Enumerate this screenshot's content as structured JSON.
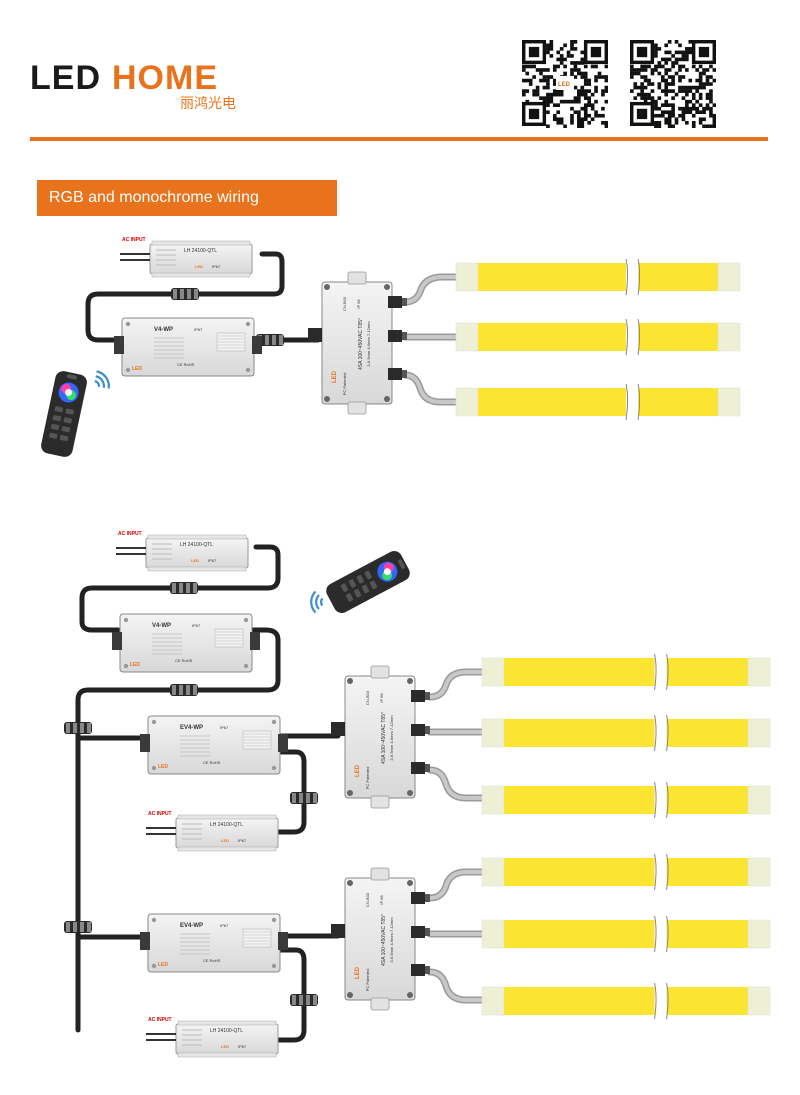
{
  "brand": {
    "name_latin_led": "LED",
    "name_latin_home": "HOME",
    "name_chinese": "丽鸿光电"
  },
  "section_title": "RGB and monochrome wiring installation",
  "power_supply": {
    "model": "LH 24100-QTL",
    "input_label": "AC INPUT",
    "ip": "IP67"
  },
  "controller": {
    "model": "V4-WP",
    "ip": "IP67"
  },
  "amplifier": {
    "model": "EV4-WP",
    "ip": "IP67"
  },
  "junction_box": {
    "rating": "4SA 100~450VAC T85°",
    "cable": "3-6.5mm 4-6mm 7-12mm",
    "material": "PC",
    "patented": "Patented",
    "ip": "IP 68",
    "cn": "CN-B03"
  },
  "colors": {
    "accent": "#e8731c",
    "strip": "#fbe532",
    "strip_end": "#eef0d6",
    "cable": "#222222"
  },
  "icons": [
    "remote-control-icon",
    "wifi-signal-icon",
    "qr-code-icon"
  ]
}
